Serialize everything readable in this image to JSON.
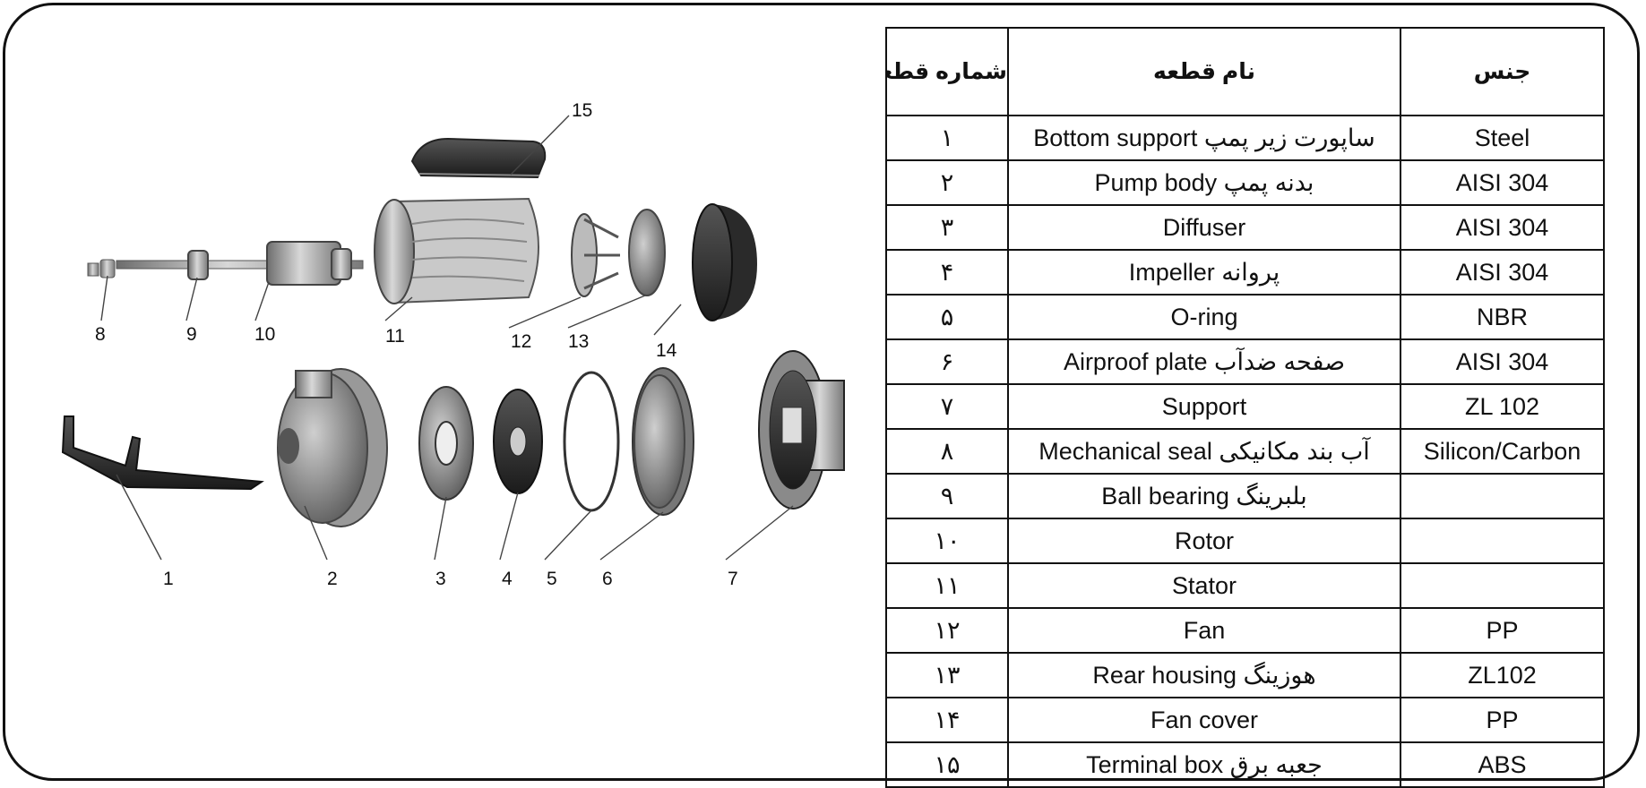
{
  "table": {
    "headers": {
      "number": "شماره قطعه",
      "name": "نام قطعه",
      "material": "جنس"
    },
    "rows": [
      {
        "number": "۱",
        "name": "ساپورت زیر پمپ Bottom support",
        "material": "Steel"
      },
      {
        "number": "۲",
        "name": "بدنه پمپ  Pump body",
        "material": "AISI 304"
      },
      {
        "number": "۳",
        "name": "Diffuser",
        "material": "AISI 304"
      },
      {
        "number": "۴",
        "name": "پروانه Impeller",
        "material": "AISI 304"
      },
      {
        "number": "۵",
        "name": "O-ring",
        "material": "NBR"
      },
      {
        "number": "۶",
        "name": "صفحه ضدآب Airproof plate",
        "material": "AISI 304"
      },
      {
        "number": "۷",
        "name": "Support",
        "material": "ZL 102"
      },
      {
        "number": "۸",
        "name": "آب بند مکانیکی Mechanical seal",
        "material": "Silicon/Carbon"
      },
      {
        "number": "۹",
        "name": "بلبرینگ Ball bearing",
        "material": ""
      },
      {
        "number": "۱۰",
        "name": "Rotor",
        "material": ""
      },
      {
        "number": "۱۱",
        "name": "Stator",
        "material": ""
      },
      {
        "number": "۱۲",
        "name": "Fan",
        "material": "PP"
      },
      {
        "number": "۱۳",
        "name": "هوزینگ Rear housing",
        "material": "ZL102"
      },
      {
        "number": "۱۴",
        "name": "Fan cover",
        "material": "PP"
      },
      {
        "number": "۱۵",
        "name": "جعبه برق Terminal box",
        "material": "ABS"
      }
    ]
  },
  "diagram": {
    "callouts": [
      "1",
      "2",
      "3",
      "4",
      "5",
      "6",
      "7",
      "8",
      "9",
      "10",
      "11",
      "12",
      "13",
      "14",
      "15"
    ]
  }
}
